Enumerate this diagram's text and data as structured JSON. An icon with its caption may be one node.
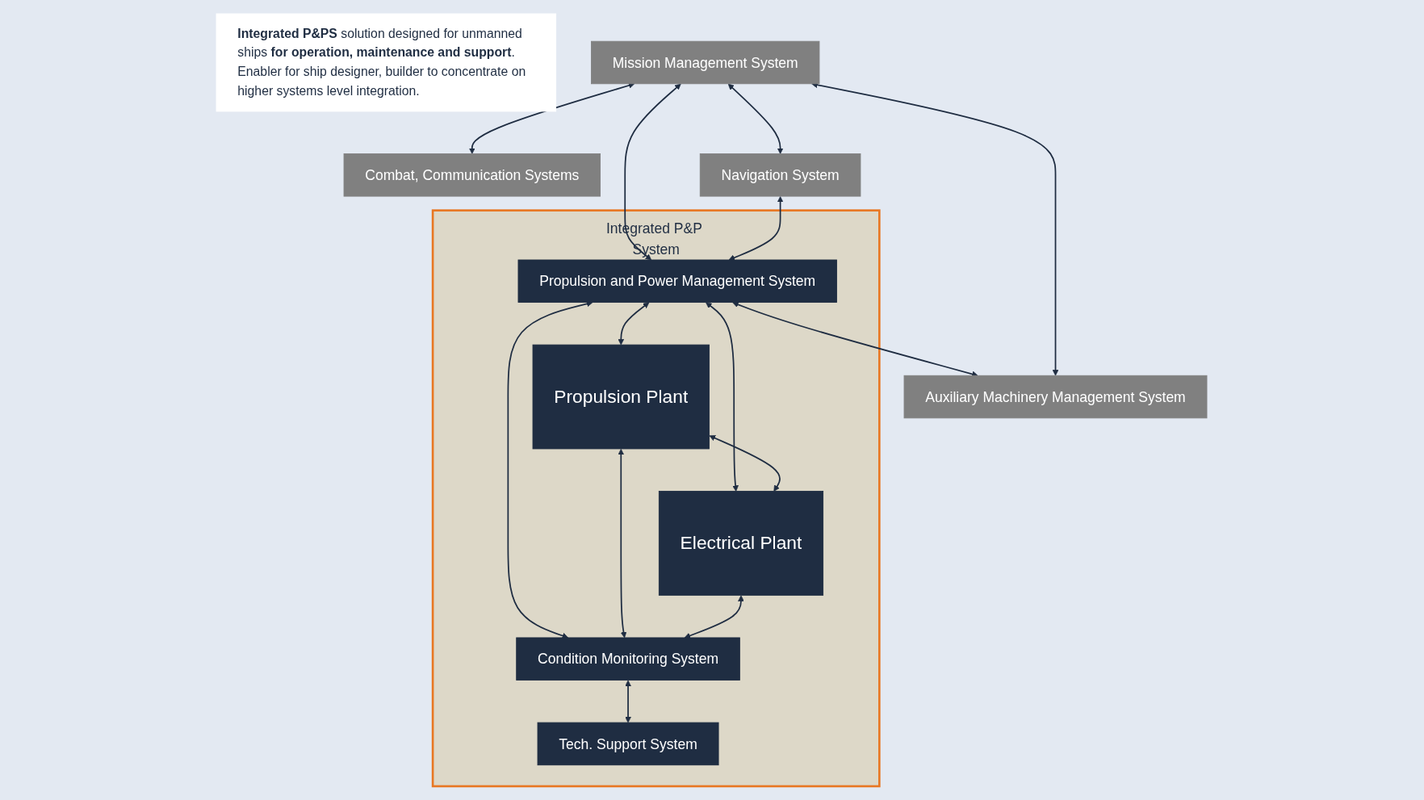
{
  "diagram": {
    "nodes": [
      {
        "text": [
          "Mission Management System"
        ]
      },
      {
        "text": [
          "Combat, Communication Systems"
        ]
      },
      {
        "text": [
          "Navigation System"
        ]
      },
      {
        "text": [
          "Integrated P&P System"
        ]
      },
      {
        "text": [
          "Propulsion and Power Management System"
        ],
        "in": 3
      },
      {
        "text": [
          "Propulsion Plant"
        ],
        "in": 3
      },
      {
        "text": [
          "Electrical  Plant"
        ],
        "in": 3
      },
      {
        "text": [
          "Condition Monitoring System"
        ],
        "in": 3
      },
      {
        "text": [
          "Tech. Support System"
        ],
        "in": 3
      },
      {
        "text": [
          "Auxiliary Machinery Management System"
        ]
      },
      {
        "text": [
          "**Integrated P&PS** solution designed for unmanned ships **for operation, maintenance and support**.",
          "Enabler for ship designer, builder to concentrate on higher systems level integration."
        ]
      }
    ],
    "edges": [
      {
        "from": 0,
        "to": 1,
        "arrow": "both"
      },
      {
        "from": 0,
        "to": 2,
        "arrow": "both"
      },
      {
        "from": 0,
        "to": 4,
        "arrow": "both"
      },
      {
        "from": 0,
        "to": 9,
        "arrow": "both"
      },
      {
        "from": 2,
        "to": 4,
        "arrow": "both"
      },
      {
        "from": 4,
        "to": 9,
        "arrow": "both"
      },
      {
        "from": 4,
        "to": 5,
        "arrow": "both"
      },
      {
        "from": 4,
        "to": 6,
        "arrow": "both"
      },
      {
        "from": 4,
        "to": 7,
        "arrow": "both"
      },
      {
        "from": 5,
        "to": 6,
        "arrow": "both"
      },
      {
        "from": 5,
        "to": 7,
        "arrow": "both"
      },
      {
        "from": 6,
        "to": 7,
        "arrow": "both"
      },
      {
        "from": 7,
        "to": 8,
        "arrow": "both"
      }
    ]
  }
}
